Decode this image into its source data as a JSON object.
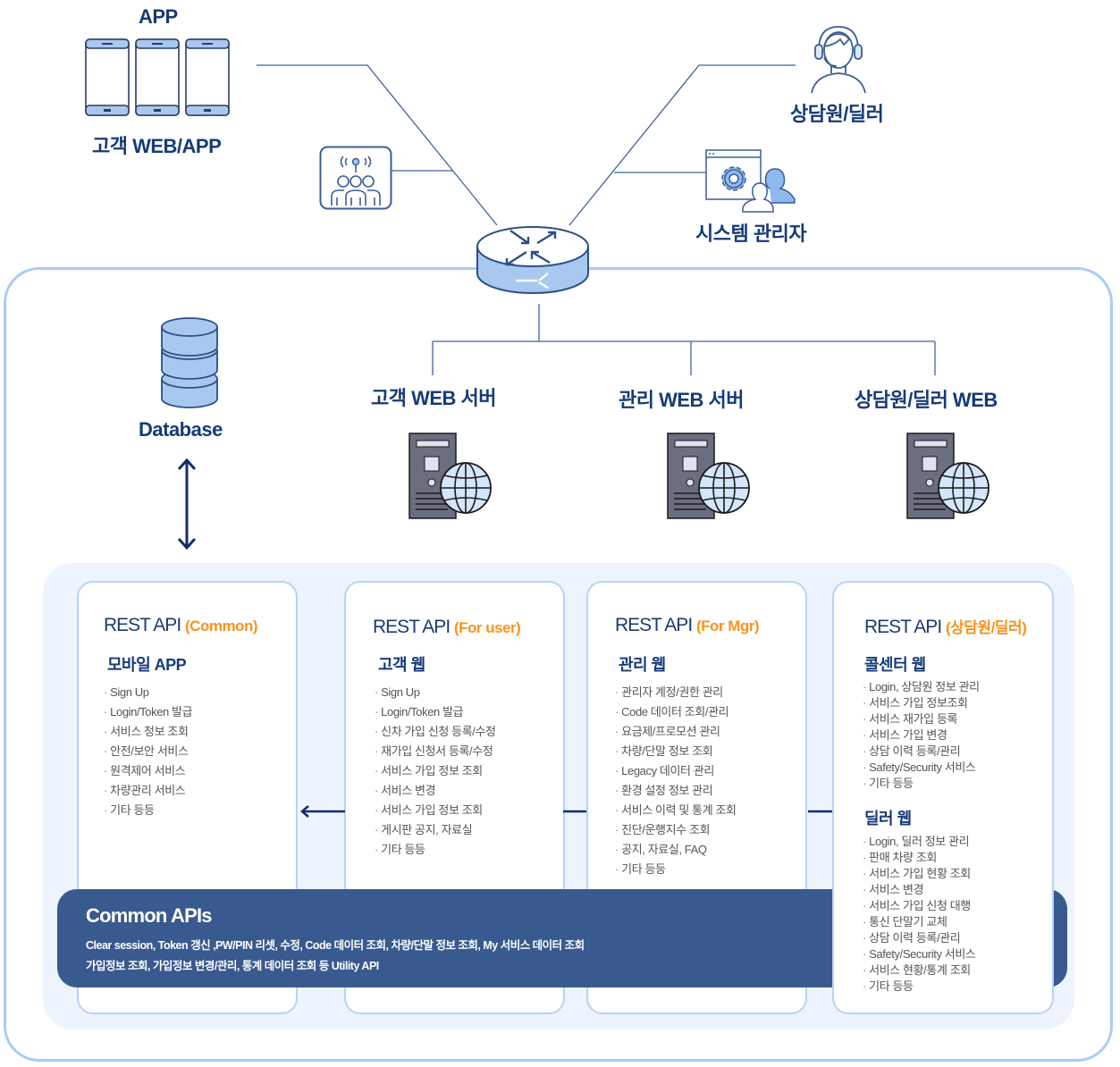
{
  "top": {
    "app_label": "APP",
    "customer_label": "고객 WEB/APP",
    "agent_label": "상담원/딜러",
    "admin_label": "시스템 관리자"
  },
  "servers": [
    {
      "label": "고객 WEB 서버"
    },
    {
      "label": "관리 WEB 서버"
    },
    {
      "label": "상담원/딜러 WEB"
    }
  ],
  "database": {
    "label": "Database"
  },
  "colors": {
    "primary": "#163b78",
    "accent": "#f7931e",
    "light_blue": "#a9cbf6",
    "panel_bg": "#edf4fe",
    "common_bar": "#385a8e"
  },
  "cards": [
    {
      "title": "REST API",
      "tag": "(Common)",
      "sections": [
        {
          "heading": "모바일 APP",
          "items": [
            "Sign Up",
            "Login/Token 발급",
            "서비스 정보 조회",
            "안전/보안 서비스",
            "원격제어 서비스",
            "차량관리 서비스",
            "기타 등등"
          ]
        }
      ]
    },
    {
      "title": "REST API",
      "tag": "(For user)",
      "sections": [
        {
          "heading": "고객 웹",
          "items": [
            "Sign Up",
            "Login/Token 발급",
            "신차 가입 신청 등록/수정",
            "재가입 신청서 등록/수정",
            "서비스 가입 정보 조회",
            "서비스 변경",
            "서비스 가입 정보 조회",
            "게시판 공지, 자료실",
            "기타 등등"
          ]
        }
      ]
    },
    {
      "title": "REST API",
      "tag": "(For Mgr)",
      "sections": [
        {
          "heading": "관리 웹",
          "items": [
            "관리자 계정/권한 관리",
            "Code 데이터 조회/관리",
            "요금제/프로모션 관리",
            "차량/단말 정보 조회",
            "Legacy 데이터 관리",
            "환경 설정 정보 관리",
            "서비스 이력 및 통계 조회",
            "진단/운행지수 조회",
            "공지, 자료실, FAQ",
            "기타 등등"
          ]
        }
      ]
    },
    {
      "title": "REST API",
      "tag": "(상담원/딜러)",
      "sections": [
        {
          "heading": "콜센터 웹",
          "items": [
            "Login, 상담원 정보 관리",
            "서비스 가입 정보조회",
            "서비스 재가입 등록",
            "서비스 가입 변경",
            "상담 이력 등록/관리",
            "Safety/Security 서비스",
            "기타 등등"
          ]
        },
        {
          "heading": "딜러 웹",
          "items": [
            "Login, 딜러 정보 관리",
            "판매 차량 조회",
            "서비스 가입 현황 조회",
            "서비스 변경",
            "서비스 가입 신청 대행",
            "통신 단말기 교체",
            "상담 이력 등록/관리",
            "Safety/Security 서비스",
            "서비스 현황/통계 조회",
            "기타 등등"
          ]
        }
      ]
    }
  ],
  "common_apis": {
    "title": "Common APIs",
    "line1": "Clear session, Token 갱신 ,PW/PIN 리셋, 수정, Code 데이터 조회, 차량/단말 정보 조회, My 서비스 데이터 조회",
    "line2": "가입정보 조회, 가입정보 변경/관리, 통계 데이터 조회 등 Utility API"
  }
}
